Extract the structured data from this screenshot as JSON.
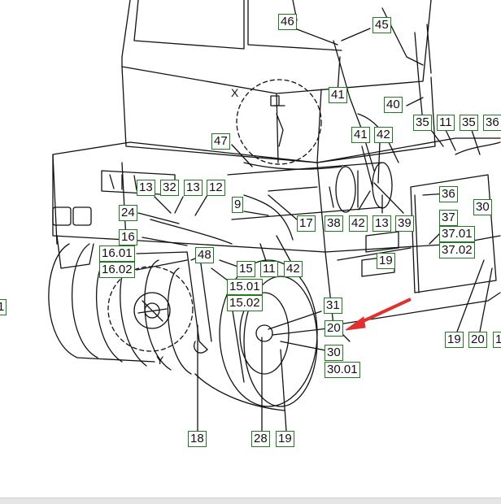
{
  "diagram": {
    "detail_markers": {
      "x": "X",
      "y": "Y"
    },
    "callouts": [
      {
        "id": "c46",
        "label": "46"
      },
      {
        "id": "c45",
        "label": "45"
      },
      {
        "id": "c41a",
        "label": "41"
      },
      {
        "id": "c40",
        "label": "40"
      },
      {
        "id": "c35a",
        "label": "35"
      },
      {
        "id": "c11a",
        "label": "11"
      },
      {
        "id": "c35b",
        "label": "35"
      },
      {
        "id": "c36a",
        "label": "36"
      },
      {
        "id": "c47",
        "label": "47"
      },
      {
        "id": "c41b",
        "label": "41"
      },
      {
        "id": "c42a",
        "label": "42"
      },
      {
        "id": "c13a",
        "label": "13"
      },
      {
        "id": "c32",
        "label": "32"
      },
      {
        "id": "c13b",
        "label": "13"
      },
      {
        "id": "c12",
        "label": "12"
      },
      {
        "id": "c9",
        "label": "9"
      },
      {
        "id": "c24",
        "label": "24"
      },
      {
        "id": "c17",
        "label": "17"
      },
      {
        "id": "c38",
        "label": "38"
      },
      {
        "id": "c42b",
        "label": "42"
      },
      {
        "id": "c13c",
        "label": "13"
      },
      {
        "id": "c39",
        "label": "39"
      },
      {
        "id": "c36b",
        "label": "36"
      },
      {
        "id": "c30a",
        "label": "30"
      },
      {
        "id": "c37",
        "label": "37"
      },
      {
        "id": "c3701",
        "label": "37.01"
      },
      {
        "id": "c3702",
        "label": "37.02"
      },
      {
        "id": "c16",
        "label": "16"
      },
      {
        "id": "c1601",
        "label": "16.01"
      },
      {
        "id": "c1602",
        "label": "16.02"
      },
      {
        "id": "c48",
        "label": "48"
      },
      {
        "id": "c15",
        "label": "15"
      },
      {
        "id": "c11b",
        "label": "11"
      },
      {
        "id": "c42c",
        "label": "42"
      },
      {
        "id": "c1501",
        "label": "15.01"
      },
      {
        "id": "c1502",
        "label": "15.02"
      },
      {
        "id": "c19a",
        "label": "19"
      },
      {
        "id": "c31",
        "label": "31"
      },
      {
        "id": "c20a",
        "label": "20"
      },
      {
        "id": "c30b",
        "label": "30"
      },
      {
        "id": "c3001",
        "label": "30.01"
      },
      {
        "id": "c19b",
        "label": "19"
      },
      {
        "id": "c20b",
        "label": "20"
      },
      {
        "id": "c18",
        "label": "18"
      },
      {
        "id": "c28",
        "label": "28"
      },
      {
        "id": "c19c",
        "label": "19"
      },
      {
        "id": "cedgeL",
        "label": "1"
      },
      {
        "id": "cedgeR",
        "label": "1"
      }
    ],
    "colors": {
      "callout_border": "#1f7a1f",
      "line": "#111111",
      "arrow": "#e03030"
    }
  }
}
